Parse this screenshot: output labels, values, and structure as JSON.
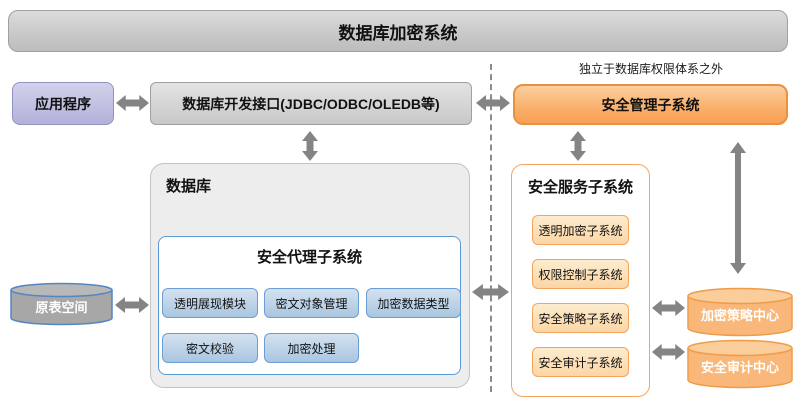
{
  "banner": {
    "title": "数据库加密系统"
  },
  "note": "独立于数据库权限体系之外",
  "left": {
    "application": "应用程序",
    "original_tablespace": "原表空间"
  },
  "middle": {
    "db_interface": "数据库开发接口(JDBC/ODBC/OLEDB等)",
    "database": {
      "label": "数据库",
      "agent": {
        "title": "安全代理子系统",
        "modules": [
          "透明展现模块",
          "密文对象管理",
          "加密数据类型",
          "密文校验",
          "加密处理"
        ]
      }
    }
  },
  "right": {
    "security_mgmt": "安全管理子系统",
    "security_service": {
      "title": "安全服务子系统",
      "modules": [
        "透明加密子系统",
        "权限控制子系统",
        "安全策略子系统",
        "安全审计子系统"
      ]
    },
    "centers": [
      "加密策略中心",
      "安全审计中心"
    ]
  },
  "colors": {
    "orange_accent": "#e8913f",
    "blue_accent": "#5b9bd5",
    "purple_accent": "#9191c3",
    "arrow_gray": "#848484"
  }
}
